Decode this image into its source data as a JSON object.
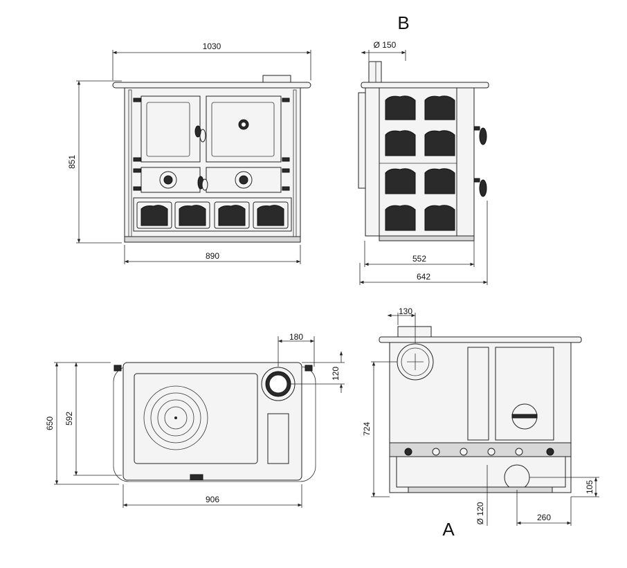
{
  "labels": {
    "view_b": "B",
    "view_a": "A"
  },
  "front_view": {
    "width_top": "1030",
    "height": "851",
    "width_base": "890"
  },
  "side_view": {
    "flue_diameter": "Ø 150",
    "depth_body": "552",
    "depth_total": "642"
  },
  "top_view": {
    "flue_offset_x": "180",
    "flue_offset_y": "120",
    "depth_outer": "650",
    "depth_inner": "592",
    "width": "906"
  },
  "rear_view": {
    "flue_offset": "130",
    "flue_height": "724",
    "air_inlet_height": "105",
    "air_inlet_diameter": "Ø 120",
    "air_inlet_offset": "260"
  }
}
